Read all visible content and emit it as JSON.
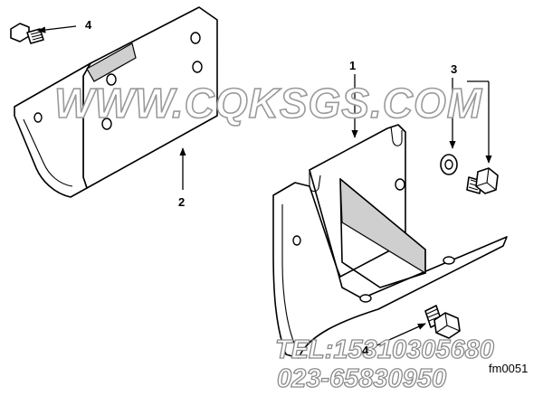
{
  "callouts": {
    "c1": "1",
    "c2": "2",
    "c3": "3",
    "c4_top": "4",
    "c4_bottom": "4"
  },
  "watermark": {
    "site": "WWW.CQKSGS.COM",
    "phone": "TEL:15310305680",
    "phone2": "023-65830950"
  },
  "drawing_ref": "fm0051"
}
